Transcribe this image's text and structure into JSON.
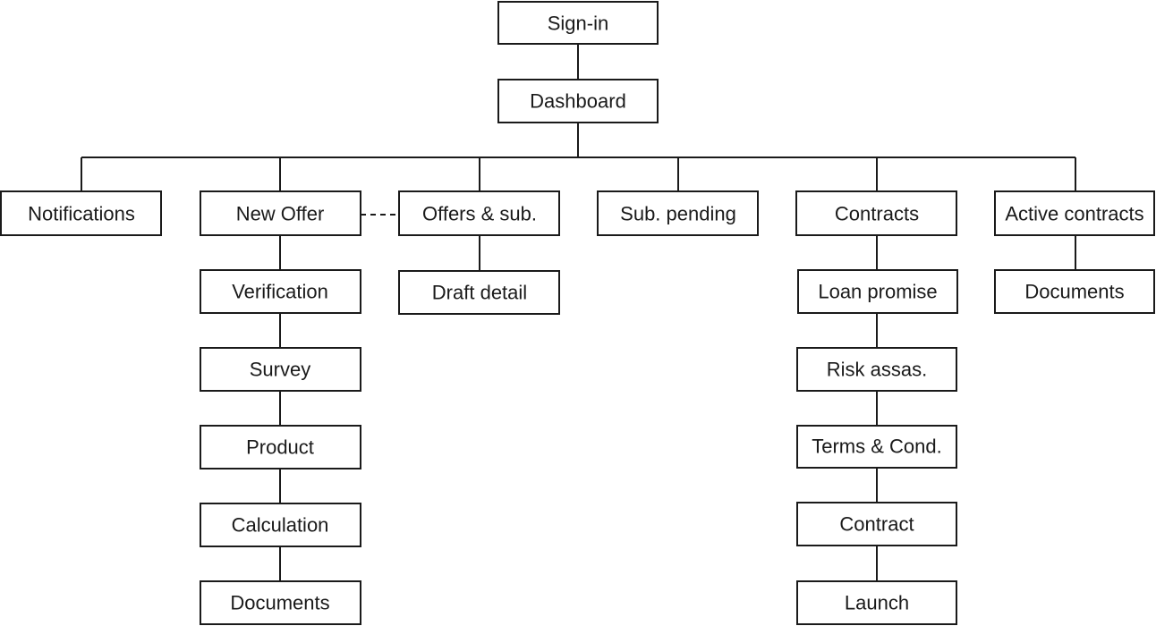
{
  "diagram": {
    "nodes": {
      "signin": "Sign-in",
      "dashboard": "Dashboard",
      "notifications": "Notifications",
      "new_offer": "New Offer",
      "offers_sub": "Offers & sub.",
      "sub_pending": "Sub. pending",
      "contracts": "Contracts",
      "active_contracts": "Active contracts",
      "verification": "Verification",
      "survey": "Survey",
      "product": "Product",
      "calculation": "Calculation",
      "documents_offer": "Documents",
      "draft_detail": "Draft detail",
      "loan_promise": "Loan promise",
      "risk_assas": "Risk assas.",
      "terms_cond": "Terms & Cond.",
      "contract": "Contract",
      "launch": "Launch",
      "documents_active": "Documents"
    },
    "edges": [
      {
        "from": "signin",
        "to": "dashboard",
        "style": "solid"
      },
      {
        "from": "dashboard",
        "to": "notifications",
        "style": "solid"
      },
      {
        "from": "dashboard",
        "to": "new_offer",
        "style": "solid"
      },
      {
        "from": "dashboard",
        "to": "offers_sub",
        "style": "solid"
      },
      {
        "from": "dashboard",
        "to": "sub_pending",
        "style": "solid"
      },
      {
        "from": "dashboard",
        "to": "contracts",
        "style": "solid"
      },
      {
        "from": "dashboard",
        "to": "active_contracts",
        "style": "solid"
      },
      {
        "from": "new_offer",
        "to": "offers_sub",
        "style": "dashed"
      },
      {
        "from": "new_offer",
        "to": "verification",
        "style": "solid"
      },
      {
        "from": "verification",
        "to": "survey",
        "style": "solid"
      },
      {
        "from": "survey",
        "to": "product",
        "style": "solid"
      },
      {
        "from": "product",
        "to": "calculation",
        "style": "solid"
      },
      {
        "from": "calculation",
        "to": "documents_offer",
        "style": "solid"
      },
      {
        "from": "offers_sub",
        "to": "draft_detail",
        "style": "solid"
      },
      {
        "from": "contracts",
        "to": "loan_promise",
        "style": "solid"
      },
      {
        "from": "loan_promise",
        "to": "risk_assas",
        "style": "solid"
      },
      {
        "from": "risk_assas",
        "to": "terms_cond",
        "style": "solid"
      },
      {
        "from": "terms_cond",
        "to": "contract",
        "style": "solid"
      },
      {
        "from": "contract",
        "to": "launch",
        "style": "solid"
      },
      {
        "from": "active_contracts",
        "to": "documents_active",
        "style": "solid"
      }
    ]
  }
}
